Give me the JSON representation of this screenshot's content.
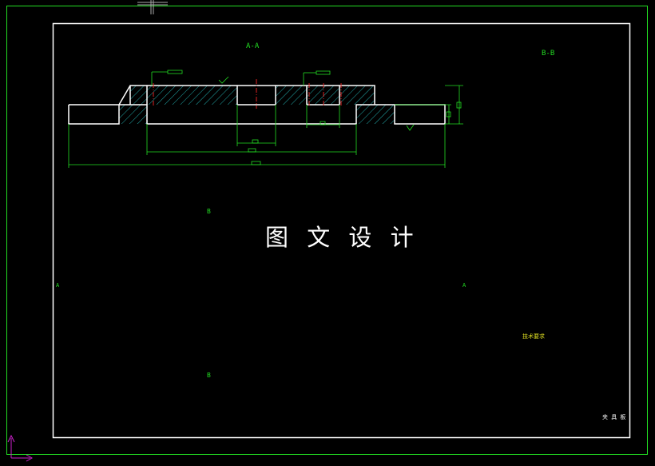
{
  "drawing": {
    "section_a_title": "A-A",
    "section_b_title": "B-B",
    "cut_label_a_left": "A",
    "cut_label_a_right": "A",
    "cut_label_b_top": "B",
    "cut_label_b_bottom": "B",
    "watermark": "图 文 设 计",
    "notes_heading": "技术要求",
    "title_block_name": "夹 具 板"
  },
  "colors": {
    "background": "#000000",
    "outline": "#ffffff",
    "dimension": "#22dd22",
    "hatch": "#22aaaa",
    "centerline": "#dd2222",
    "ucs_icon": "#cc22cc"
  }
}
